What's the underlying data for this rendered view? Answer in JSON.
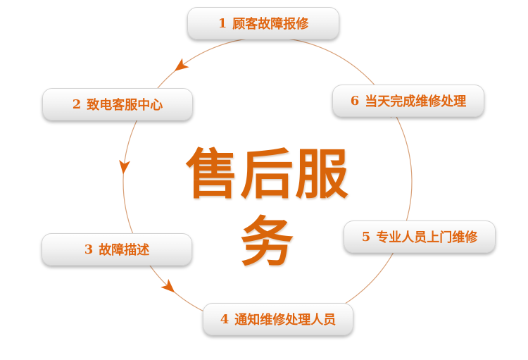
{
  "diagram": {
    "title": "售后服务",
    "accent_color": "#e06510",
    "line_color": "#d8a078",
    "steps": [
      {
        "num": "1",
        "label": "顾客故障报修"
      },
      {
        "num": "2",
        "label": "致电客服中心"
      },
      {
        "num": "3",
        "label": "故障描述"
      },
      {
        "num": "4",
        "label": "通知维修处理人员"
      },
      {
        "num": "5",
        "label": "专业人员上门维修"
      },
      {
        "num": "6",
        "label": "当天完成维修处理"
      }
    ],
    "connector_icon": "arrowhead-icon"
  }
}
